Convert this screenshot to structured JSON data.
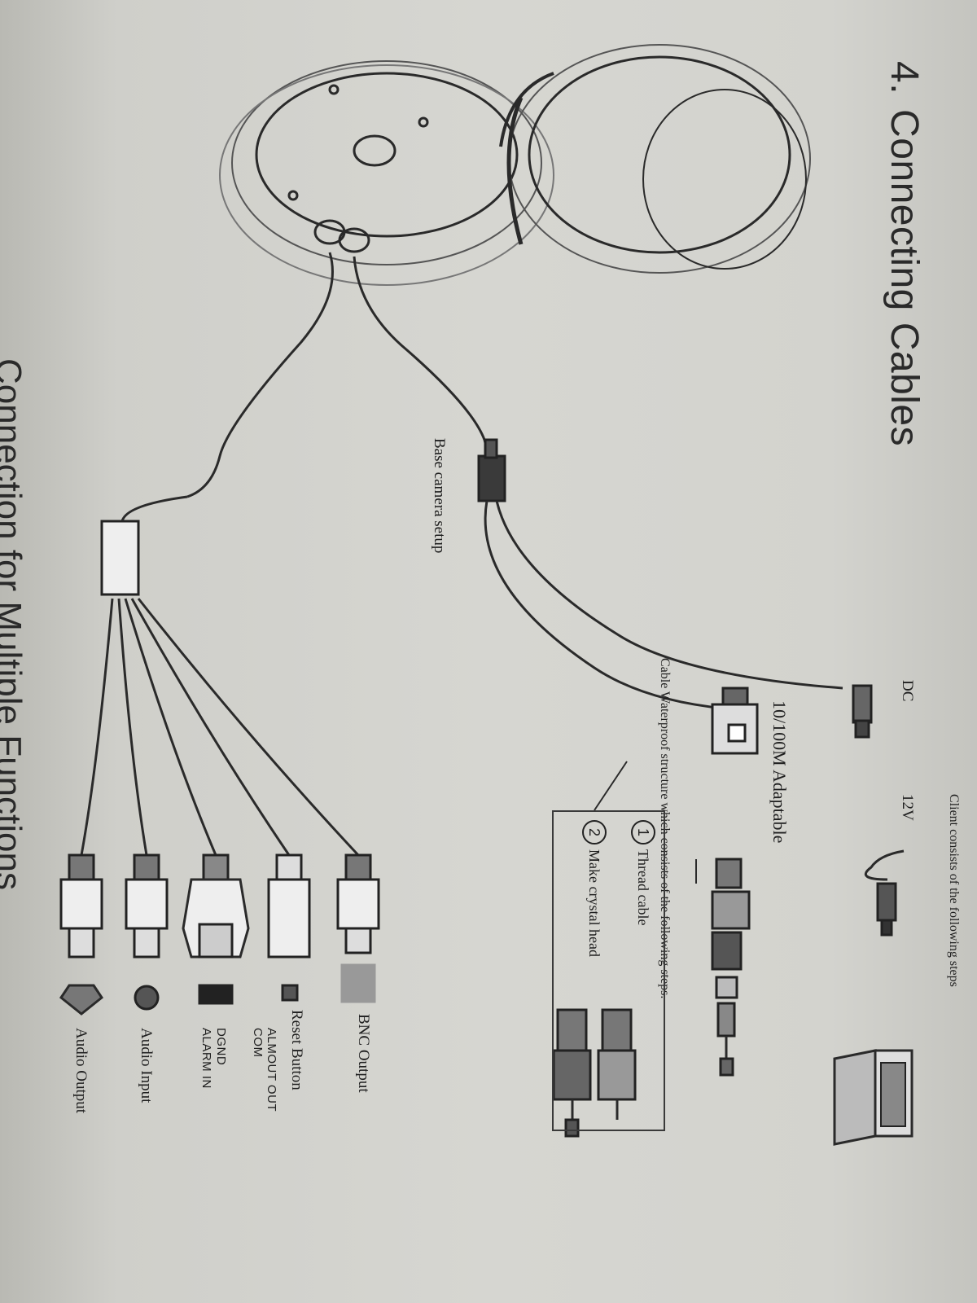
{
  "section": {
    "number": "4.",
    "title": "Connecting Cables",
    "next_title": "Connection for Multiple Functions"
  },
  "labels": {
    "dc": "DC",
    "v12": "12V",
    "client": "Client consists of the following steps",
    "adaptable": "10/100M Adaptable",
    "waterproof": "Cable Waterproof structure which consists of the following steps.",
    "base": "Base camera setup",
    "bnc": "BNC Output",
    "reset": "Reset Button",
    "alarm_out": "ALMOUT OUT",
    "com": "COM",
    "dgnd": "DGND",
    "alarm_in": "ALARM IN",
    "audio_in": "Audio Input",
    "audio_out": "Audio Output"
  },
  "steps": [
    {
      "num": "1",
      "text": "Thread cable"
    },
    {
      "num": "2",
      "text": "Make crystal head"
    }
  ],
  "colors": {
    "paper": "#d4d4cf",
    "ink": "#1f1f1f",
    "line": "#2a2a2a"
  }
}
